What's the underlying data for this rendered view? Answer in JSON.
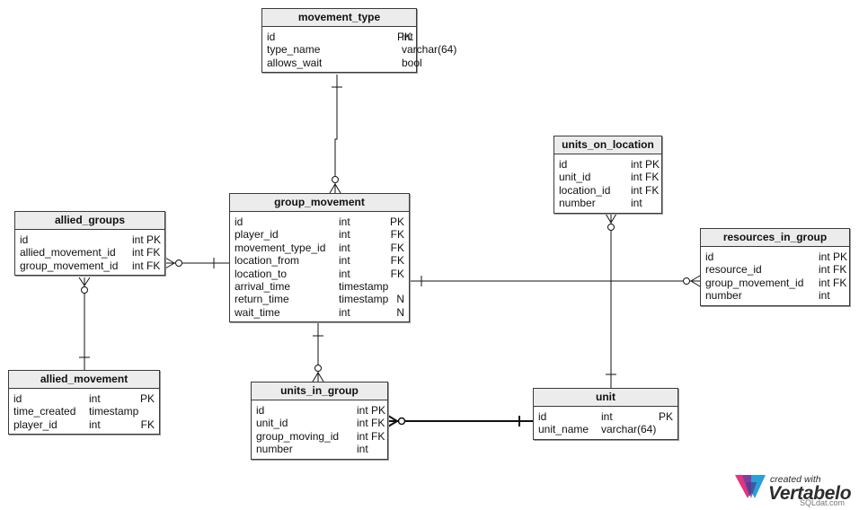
{
  "tables": {
    "movement_type": {
      "name": "movement_type",
      "columns": [
        {
          "name": "id",
          "type": "int",
          "key": "PK"
        },
        {
          "name": "type_name",
          "type": "varchar(64)",
          "key": ""
        },
        {
          "name": "allows_wait",
          "type": "bool",
          "key": ""
        }
      ]
    },
    "group_movement": {
      "name": "group_movement",
      "columns": [
        {
          "name": "id",
          "type": "int",
          "key": "PK"
        },
        {
          "name": "player_id",
          "type": "int",
          "key": "FK"
        },
        {
          "name": "movement_type_id",
          "type": "int",
          "key": "FK"
        },
        {
          "name": "location_from",
          "type": "int",
          "key": "FK"
        },
        {
          "name": "location_to",
          "type": "int",
          "key": "FK"
        },
        {
          "name": "arrival_time",
          "type": "timestamp",
          "key": ""
        },
        {
          "name": "return_time",
          "type": "timestamp",
          "key": "N"
        },
        {
          "name": "wait_time",
          "type": "int",
          "key": "N"
        }
      ]
    },
    "allied_groups": {
      "name": "allied_groups",
      "columns": [
        {
          "name": "id",
          "type": "int PK",
          "key": ""
        },
        {
          "name": "allied_movement_id",
          "type": "int FK",
          "key": ""
        },
        {
          "name": "group_movement_id",
          "type": "int FK",
          "key": ""
        }
      ]
    },
    "allied_movement": {
      "name": "allied_movement",
      "columns": [
        {
          "name": "id",
          "type": "int",
          "key": "PK"
        },
        {
          "name": "time_created",
          "type": "timestamp",
          "key": ""
        },
        {
          "name": "player_id",
          "type": "int",
          "key": "FK"
        }
      ]
    },
    "units_on_location": {
      "name": "units_on_location",
      "columns": [
        {
          "name": "id",
          "type": "int PK",
          "key": ""
        },
        {
          "name": "unit_id",
          "type": "int FK",
          "key": ""
        },
        {
          "name": "location_id",
          "type": "int FK",
          "key": ""
        },
        {
          "name": "number",
          "type": "int",
          "key": ""
        }
      ]
    },
    "resources_in_group": {
      "name": "resources_in_group",
      "columns": [
        {
          "name": "id",
          "type": "int PK",
          "key": ""
        },
        {
          "name": "resource_id",
          "type": "int FK",
          "key": ""
        },
        {
          "name": "group_movement_id",
          "type": "int FK",
          "key": ""
        },
        {
          "name": "number",
          "type": "int",
          "key": ""
        }
      ]
    },
    "units_in_group": {
      "name": "units_in_group",
      "columns": [
        {
          "name": "id",
          "type": "int PK",
          "key": ""
        },
        {
          "name": "unit_id",
          "type": "int FK",
          "key": ""
        },
        {
          "name": "group_moving_id",
          "type": "int FK",
          "key": ""
        },
        {
          "name": "number",
          "type": "int",
          "key": ""
        }
      ]
    },
    "unit": {
      "name": "unit",
      "columns": [
        {
          "name": "id",
          "type": "int",
          "key": "PK"
        },
        {
          "name": "unit_name",
          "type": "varchar(64)",
          "key": ""
        }
      ]
    }
  },
  "relationships": [
    {
      "from": "movement_type",
      "to": "group_movement",
      "from_end": "one",
      "to_end": "zero-or-many"
    },
    {
      "from": "group_movement",
      "to": "allied_groups",
      "from_end": "one",
      "to_end": "zero-or-many"
    },
    {
      "from": "allied_movement",
      "to": "allied_groups",
      "from_end": "one",
      "to_end": "zero-or-many"
    },
    {
      "from": "group_movement",
      "to": "units_in_group",
      "from_end": "one",
      "to_end": "zero-or-many"
    },
    {
      "from": "group_movement",
      "to": "resources_in_group",
      "from_end": "one",
      "to_end": "zero-or-many"
    },
    {
      "from": "unit",
      "to": "units_on_location",
      "from_end": "one",
      "to_end": "zero-or-many"
    },
    {
      "from": "unit",
      "to": "units_in_group",
      "from_end": "one",
      "to_end": "zero-or-many"
    }
  ],
  "branding": {
    "created_with": "created with",
    "product": "Vertabelo",
    "watermark": "SQLdat.com",
    "logo_colors": [
      "#e6337a",
      "#7b3fa0",
      "#2a9fd8"
    ]
  },
  "colors": {
    "line": "#111111",
    "header_bg": "#ececec",
    "border": "#3a3a3a"
  }
}
